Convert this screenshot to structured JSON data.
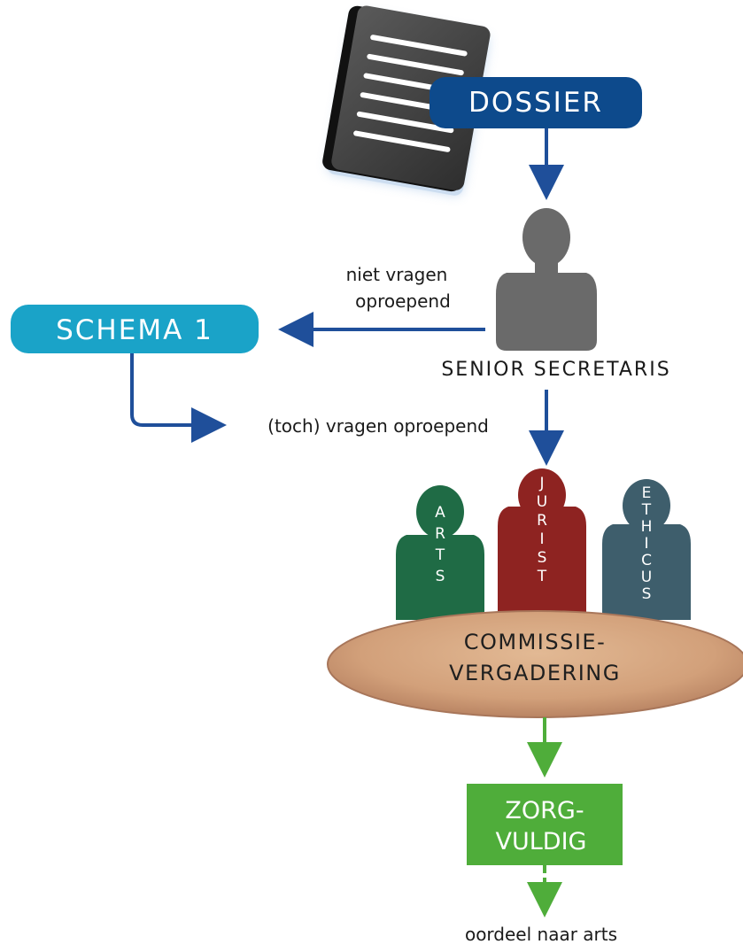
{
  "dossier": {
    "label": "DOSSIER",
    "icon": "document-icon"
  },
  "secretary": {
    "label": "SENIOR SECRETARIS",
    "icon": "person-icon"
  },
  "not_questions": {
    "line1": "niet vragen",
    "line2": "oproepend"
  },
  "schema": {
    "label": "SCHEMA 1"
  },
  "still_questions": {
    "label": "(toch) vragen oproepend"
  },
  "members": [
    {
      "letters": [
        "A",
        "R",
        "T",
        "S"
      ],
      "color": "#1f6b45"
    },
    {
      "letters": [
        "J",
        "U",
        "R",
        "I",
        "S",
        "T"
      ],
      "color": "#8e2321"
    },
    {
      "letters": [
        "E",
        "T",
        "H",
        "I",
        "C",
        "U",
        "S"
      ],
      "color": "#3e5e6c"
    }
  ],
  "meeting": {
    "line1": "COMMISSIE-",
    "line2": "VERGADERING"
  },
  "careful": {
    "line1": "ZORG-",
    "line2": "VULDIG"
  },
  "verdict": {
    "label": "oordeel naar arts"
  },
  "colors": {
    "blue_arrow": "#1f4f9a",
    "dossier_pill": "#0d4a8c",
    "schema_pill": "#1aa3c8",
    "green": "#4fad3a",
    "secretary_gray": "#6a6a6a",
    "table_wood": "#d6a882"
  }
}
